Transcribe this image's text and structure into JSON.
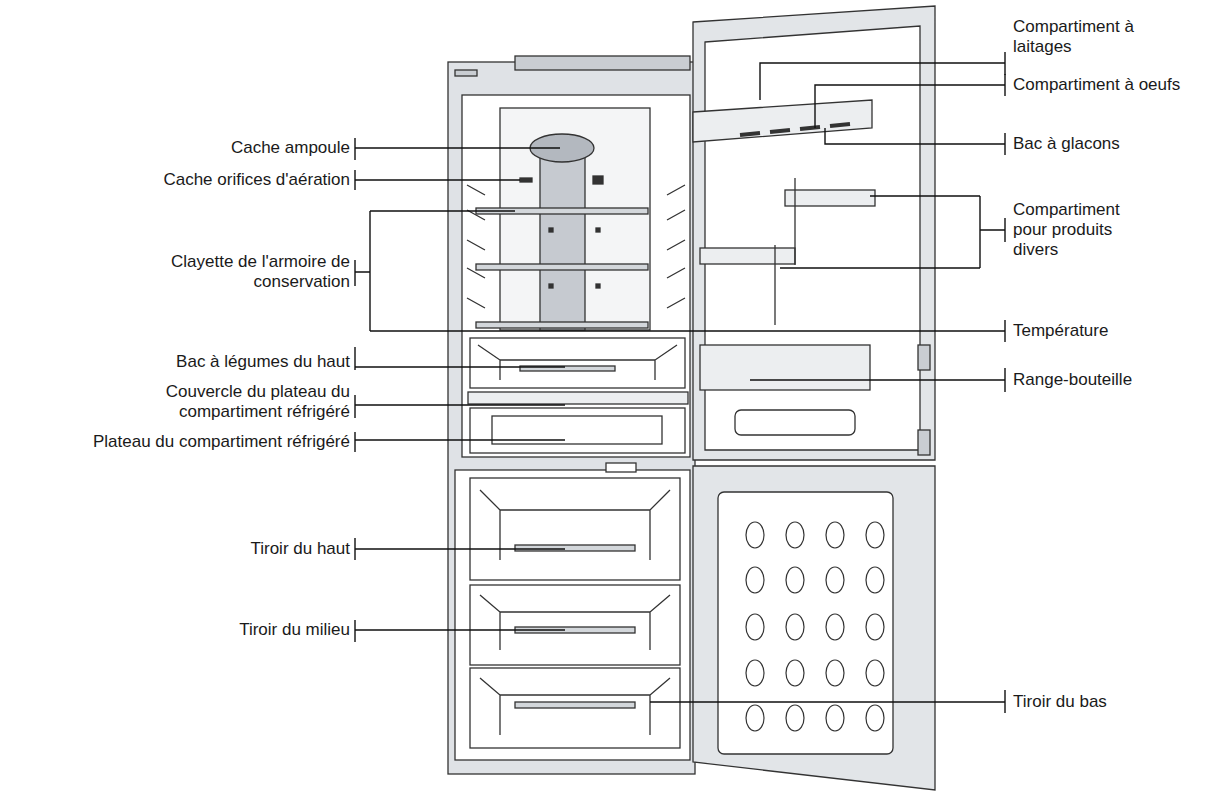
{
  "diagram": {
    "labels": [
      "Cache ampoule",
      "Cache orifices d'aération",
      "Clayette de l'armoire de conservation",
      "Bac à légumes du haut",
      "Couvercle du plateau du compartiment réfrigéré",
      "Plateau du compartiment réfrigéré",
      "Tiroir du haut",
      "Tiroir du milieu",
      "Compartiment à laitages",
      "Compartiment à oeufs",
      "Bac à glacons",
      "Compartiment pour produits divers",
      "Température",
      "Range-bouteille",
      "Tiroir du bas"
    ]
  }
}
